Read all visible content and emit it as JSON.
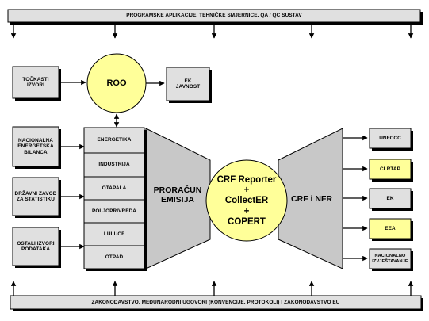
{
  "top_bar": {
    "label": "PROGRAMSKE APLIKACIJE, TEHNIČKE SMJERNICE, QA / QC SUSTAV"
  },
  "bottom_bar": {
    "label": "ZAKONODAVSTVO, MEĐUNARODNI UGOVORI (KONVENCIJE, PROTOKOLI) I ZAKONODAVSTVO EU"
  },
  "sources": {
    "point_sources": "TOČKASTI IZVORI",
    "national_energy_balance": "NACIONALNA ENERGETSKA BILANCA",
    "state_statistics": "DRŽAVNI ZAVOD ZA STATISTIKU",
    "other_sources": "OSTALI IZVORI PODATAKA"
  },
  "roo": {
    "label": "ROO"
  },
  "ek_public": {
    "label": "EK JAVNOST"
  },
  "sectors": [
    "ENERGETIKA",
    "INDUSTRIJA",
    "OTAPALA",
    "POLJOPRIVREDA",
    "LULUCF",
    "OTPAD"
  ],
  "calc": {
    "label": "PRORAČUN EMISIJA"
  },
  "tools": {
    "line1": "CRF Reporter",
    "plus1": "+",
    "line2": "CollectER",
    "plus2": "+",
    "line3": "COPERT"
  },
  "output": {
    "label": "CRF i NFR"
  },
  "recipients": [
    "UNFCCC",
    "CLRTAP",
    "EK",
    "EEA",
    "NACIONALNO IZVJEŠTAVANJE"
  ],
  "colors": {
    "box_fill": "#e0e0e0",
    "highlight_fill": "#ffff99",
    "circle_fill": "#ffff99",
    "shadow": "#000000"
  }
}
